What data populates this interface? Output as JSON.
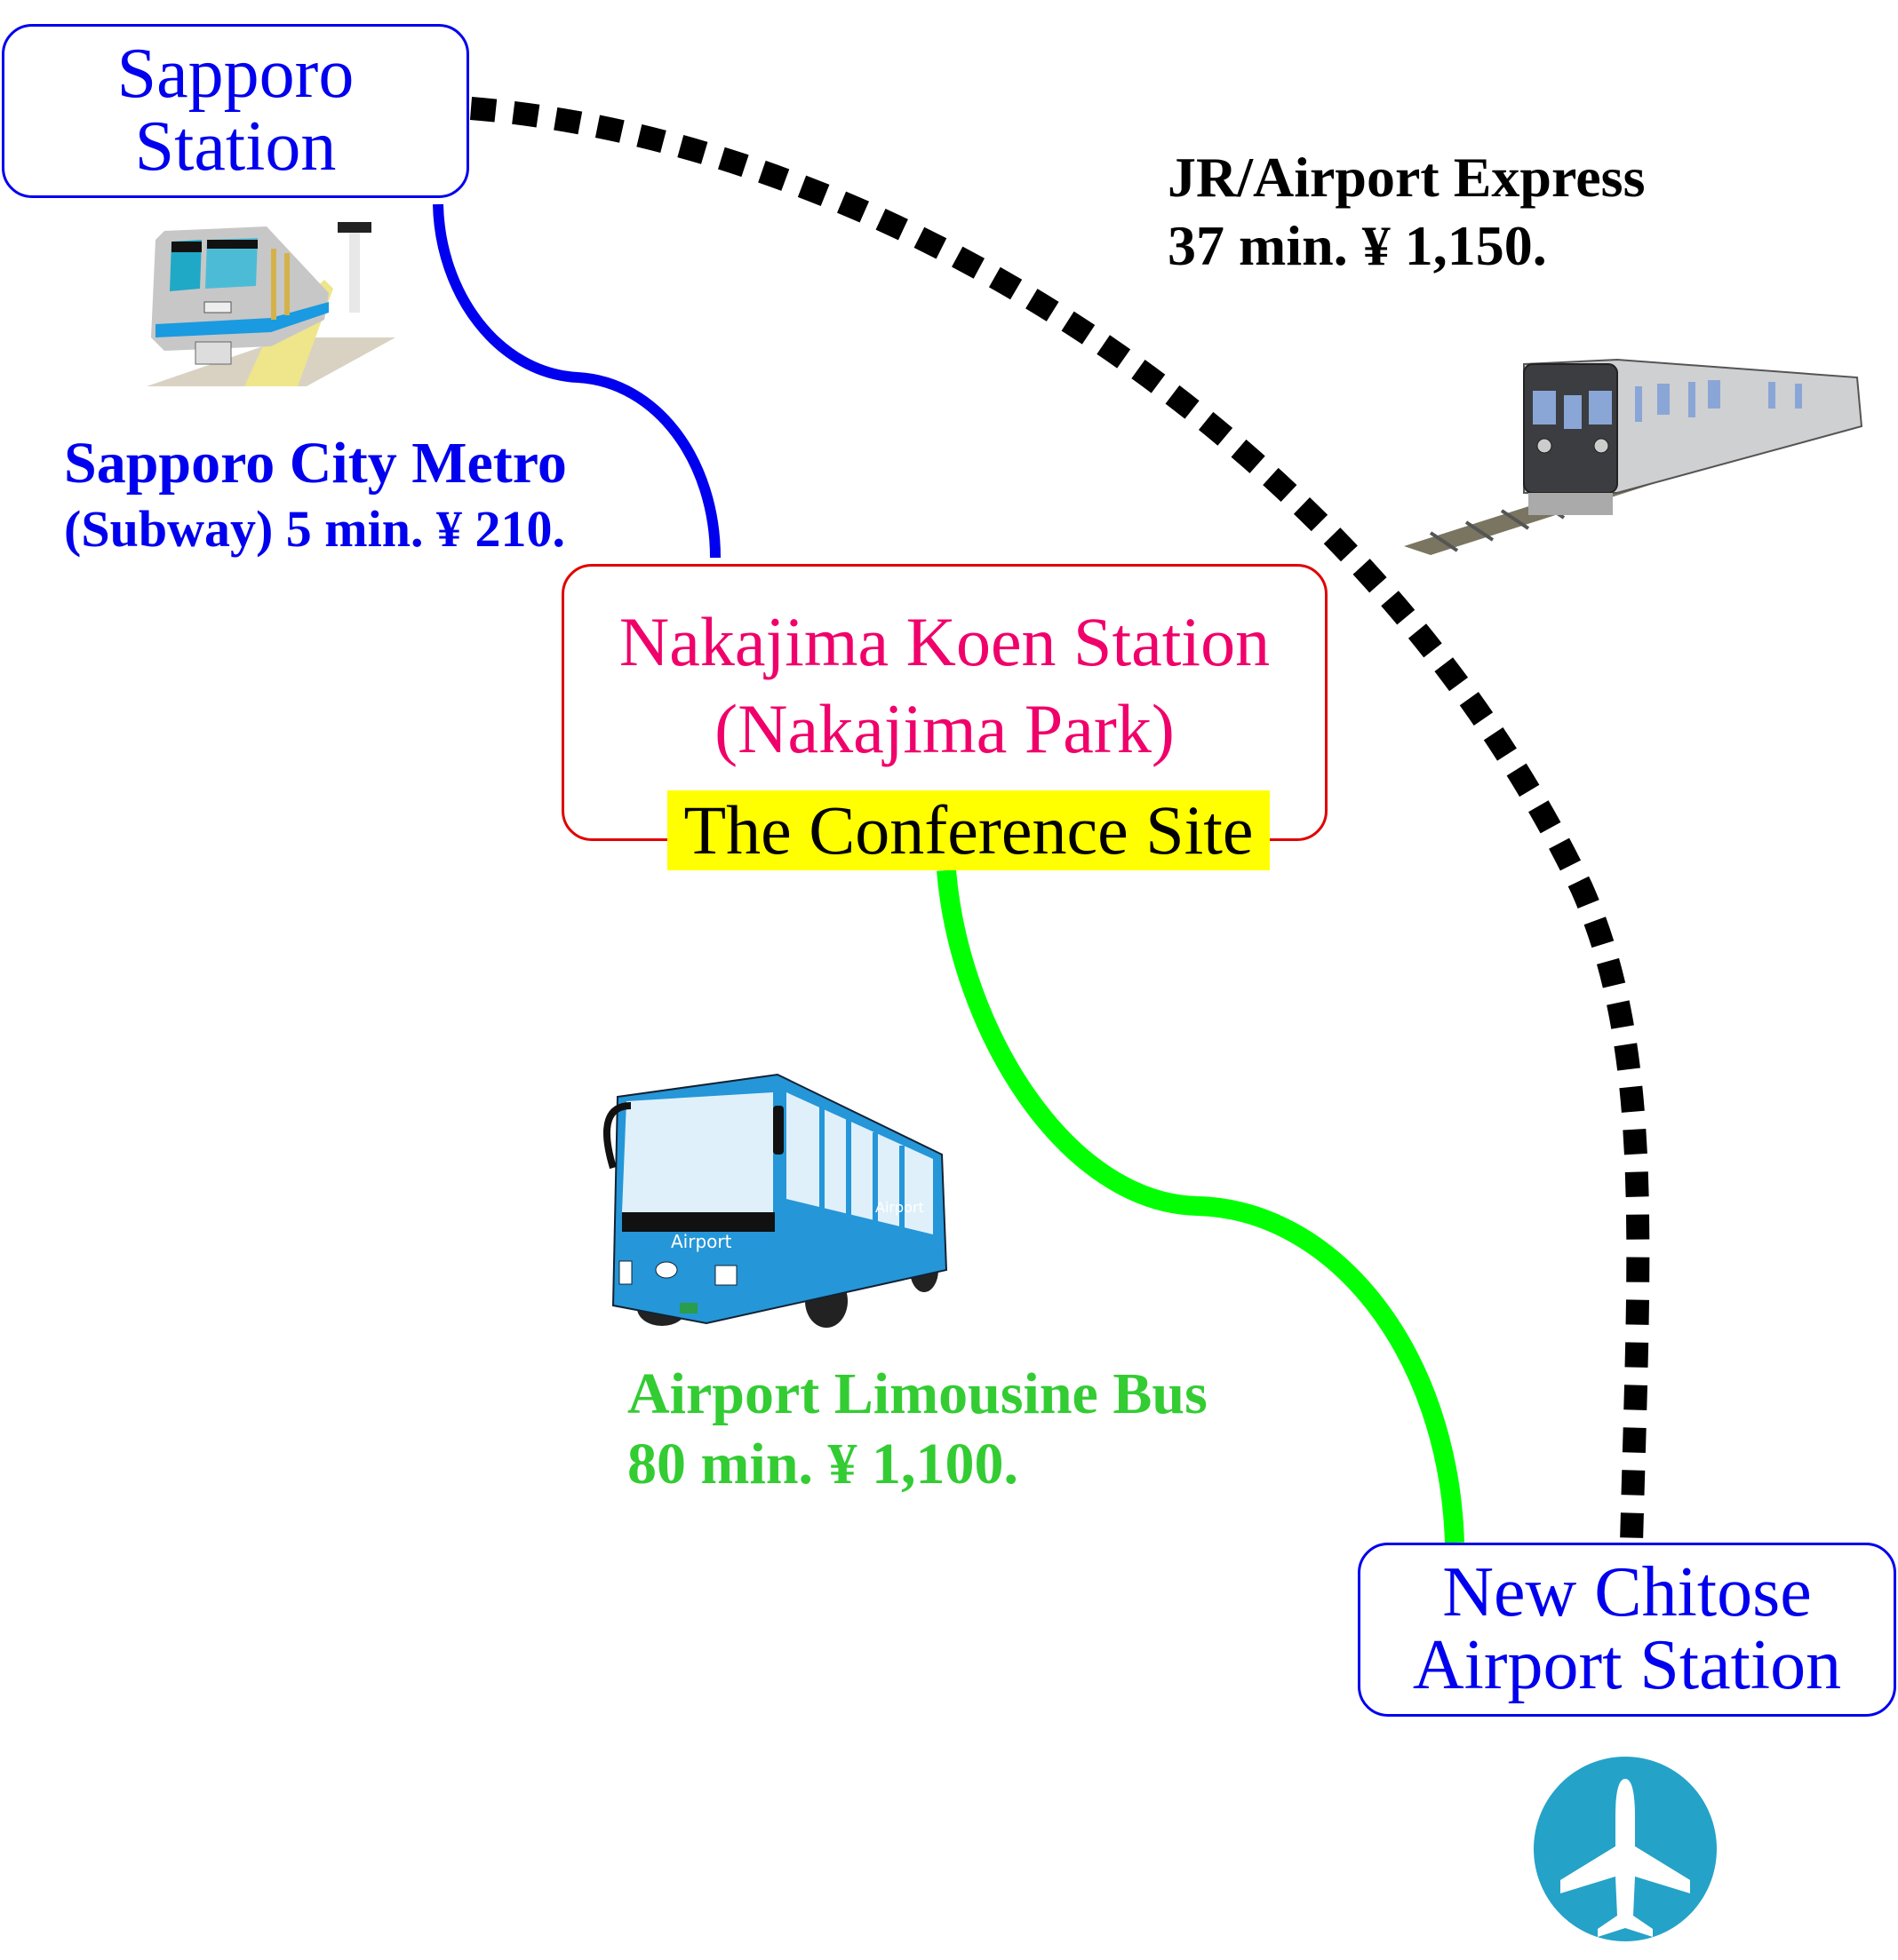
{
  "stations": {
    "sapporo": {
      "lines": [
        "Sapporo",
        "Station"
      ]
    },
    "nakajima": {
      "lines": [
        "Nakajima Koen Station",
        "(Nakajima Park)"
      ],
      "badge": "The Conference Site"
    },
    "chitose": {
      "lines": [
        "New Chitose",
        "Airport Station"
      ]
    }
  },
  "routes": {
    "metro": {
      "lines": [
        "Sapporo City Metro",
        "(Subway) 5 min. ¥ 210."
      ],
      "color": "#0000ee",
      "style": "solid",
      "from": "Sapporo Station",
      "to": "Nakajima Koen Station"
    },
    "jr": {
      "lines": [
        "JR/Airport Express",
        "37 min. ¥ 1,150."
      ],
      "color": "#000000",
      "style": "dotted",
      "from": "Sapporo Station",
      "to": "New Chitose Airport Station"
    },
    "bus": {
      "lines": [
        "Airport Limousine Bus",
        "80 min. ¥ 1,100."
      ],
      "color": "#00ff00",
      "label_color": "#33cc33",
      "style": "solid",
      "from": "Nakajima Koen Station",
      "to": "New Chitose Airport Station"
    }
  },
  "illustrations": {
    "subway_train": "subway-train-icon",
    "express_train": "express-train-icon",
    "bus": "airport-bus-icon",
    "bus_livery_text": "Airport",
    "airport": "airplane-icon",
    "airport_color": "#25a2c8"
  }
}
